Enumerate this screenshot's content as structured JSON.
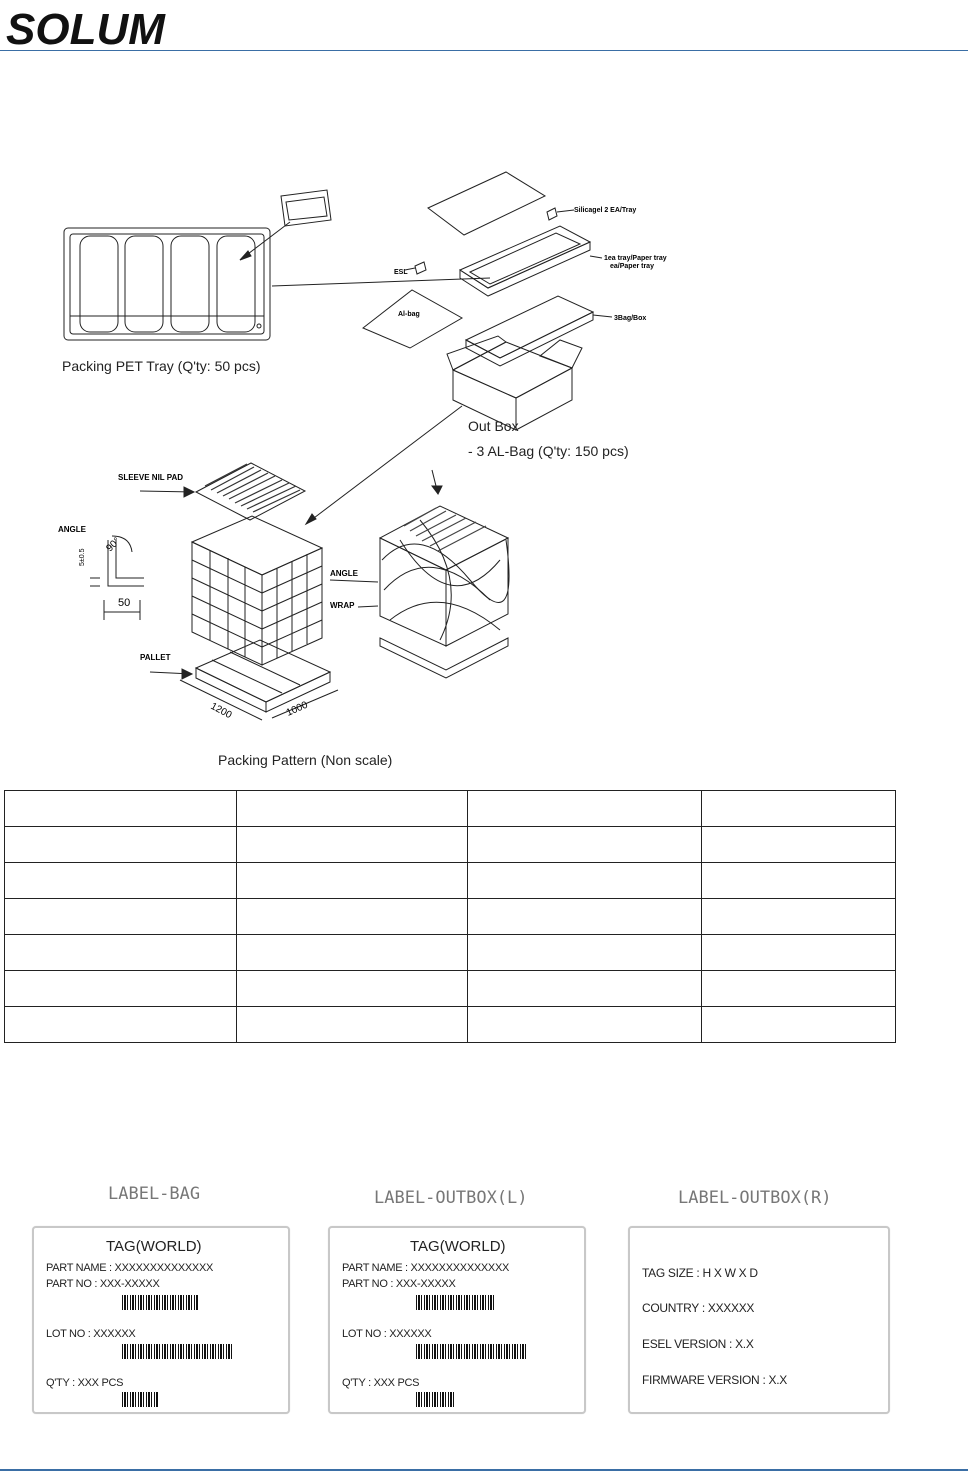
{
  "header": {
    "logo_text": "SOLUM"
  },
  "drawing": {
    "tray_caption": "Packing PET Tray (Q'ty: 50 pcs)",
    "outbox_caption_1": "Out Box",
    "outbox_caption_2": "- 3 AL-Bag (Q'ty: 150 pcs)",
    "pattern_caption": "Packing Pattern (Non scale)",
    "callouts": {
      "silicagel": "Silicagel 2 EA/Tray",
      "tray1": "1ea tray/Paper tray",
      "tray2": "ea/Paper tray",
      "esl": "ESL",
      "albag": "Al-bag",
      "bagbox": "3Bag/Box",
      "sleeve": "SLEEVE NIL PAD",
      "angle_detail": "ANGLE",
      "dim_5": "5±0.5",
      "dim_90": "90°",
      "dim_50": "50",
      "angle": "ANGLE",
      "wrap": "WRAP",
      "pallet": "PALLET",
      "dim_1200": "1200",
      "dim_1000": "1000"
    }
  },
  "labels": {
    "bag": {
      "title": "LABEL-BAG",
      "tag": "TAG(WORLD)",
      "part_name": "PART NAME : XXXXXXXXXXXXXX",
      "part_no": "PART NO    : XXX-XXXXX",
      "lot_no": "LOT NO      : XXXXXX",
      "qty": "Q'TY          : XXX PCS"
    },
    "outbox_l": {
      "title": "LABEL-OUTBOX(L)",
      "tag": "TAG(WORLD)",
      "part_name": "PART NAME : XXXXXXXXXXXXXX",
      "part_no": "PART NO    : XXX-XXXXX",
      "lot_no": "LOT NO      : XXXXXX",
      "qty": "Q'TY          : XXX PCS"
    },
    "outbox_r": {
      "title": "LABEL-OUTBOX(R)",
      "tag_size": "TAG SIZE  : H X W X D",
      "country": "COUNTRY : XXXXXX",
      "esel_version": "ESEL VERSION : X.X",
      "firmware_version": "FIRMWARE VERSION : X.X"
    }
  }
}
